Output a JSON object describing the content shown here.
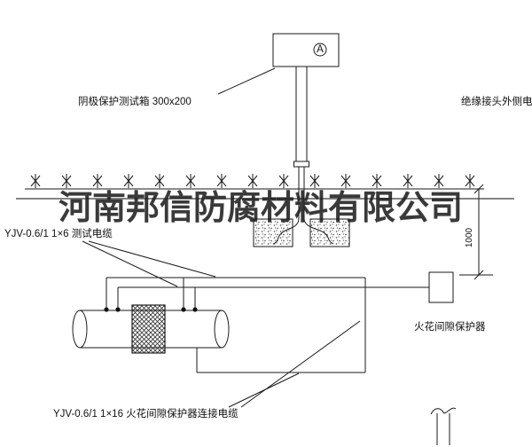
{
  "drawing": {
    "watermark": "河南邦信防腐材料有限公司",
    "labels": {
      "test_box": "阴极保护测试箱 300x200",
      "outer_cable": "绝缘接头外侧电缆",
      "test_cable": "YJV-0.6/1 1×6  测试电缆",
      "spark_gap_protector": "火花间隙保护器",
      "spark_gap_cable": "YJV-0.6/1 1×16  火花间隙保护器连接电缆",
      "dimension": "1000",
      "meter": "A"
    },
    "colors": {
      "line": "#1a1a1a",
      "watermark": "#1f1f1f",
      "background": "#ffffff"
    }
  }
}
